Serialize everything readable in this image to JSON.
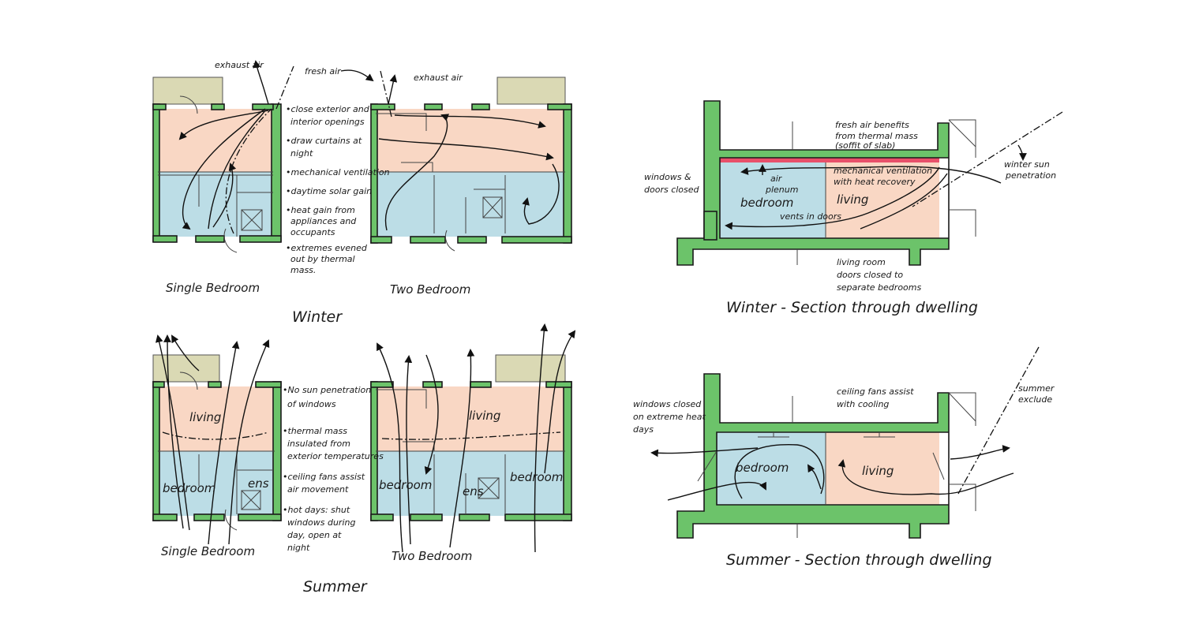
{
  "winter": {
    "title": "Winter",
    "single_label": "Single Bedroom",
    "two_label": "Two Bedroom",
    "exhaust_air_1": "exhaust air",
    "fresh_air": "fresh air",
    "exhaust_air_2": "exhaust air",
    "notes": [
      "•close exterior and",
      "interior openings",
      "•draw curtains at",
      "night",
      "•mechanical ventilation",
      "•daytime solar gain",
      "•heat gain from",
      "appliances and",
      "occupants",
      "•extremes evened",
      "out by thermal",
      "mass."
    ]
  },
  "summer": {
    "title": "Summer",
    "single_label": "Single Bedroom",
    "two_label": "Two Bedroom",
    "room_living": "living",
    "room_bedroom": "bedroom",
    "room_ens": "ens",
    "notes": [
      "•No sun penetration",
      "of windows",
      "•thermal mass",
      "insulated from",
      "exterior temperatures",
      "•ceiling fans assist",
      "air movement",
      "•hot days: shut",
      "windows during",
      "day, open at",
      "night"
    ]
  },
  "winter_section": {
    "title": "Winter - Section through dwelling",
    "fresh_air_1": "fresh air benefits",
    "fresh_air_2": "from thermal mass",
    "fresh_air_3": "(soffit of slab)",
    "windows_1": "windows &",
    "windows_2": "doors closed",
    "plenum_1": "air",
    "plenum_2": "plenum",
    "mech_1": "mechanical ventilation",
    "mech_2": "with heat recovery",
    "bedroom": "bedroom",
    "living": "living",
    "vents": "vents in doors",
    "sun_1": "winter sun",
    "sun_2": "penetration",
    "doors_1": "living room",
    "doors_2": "doors closed to",
    "doors_3": "separate bedrooms"
  },
  "summer_section": {
    "title": "Summer - Section through dwelling",
    "windows_1": "windows closed",
    "windows_2": "on extreme heat",
    "windows_3": "days",
    "fans_1": "ceiling fans assist",
    "fans_2": "with cooling",
    "bedroom": "bedroom",
    "living": "living",
    "sun_1": "summer",
    "sun_2": "exclude"
  },
  "colors": {
    "wall": "#6cc36a",
    "warm_zone": "#f9d7c4",
    "cool_zone": "#bcdde6",
    "balcony": "#dad9b4",
    "red_soffit": "#e8506a"
  }
}
